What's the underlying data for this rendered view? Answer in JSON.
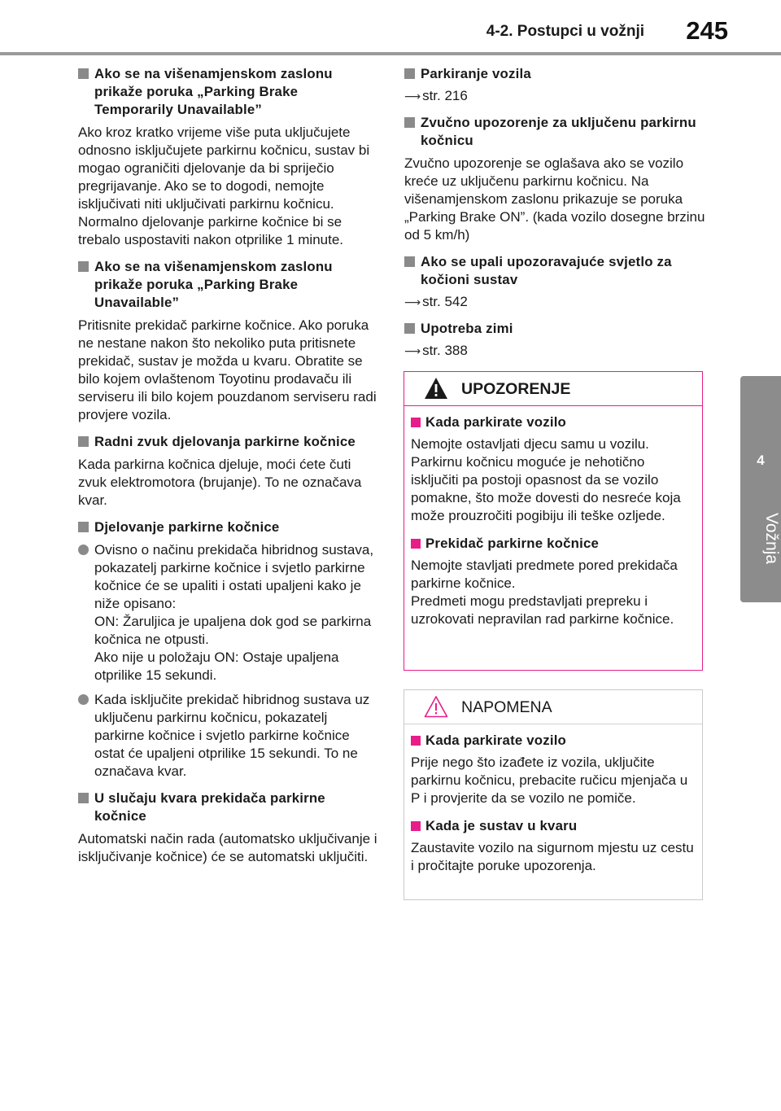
{
  "header": {
    "section_title": "4-2. Postupci u vožnji",
    "page_number": "245"
  },
  "side_tab": {
    "chapter_number": "4",
    "chapter_label": "Vožnja"
  },
  "left_column": {
    "s1_heading": "Ako se na višenamjenskom zaslonu prikaže poruka „Parking Brake Temporarily Unavailable”",
    "s1_text": "Ako kroz kratko vrijeme više puta uključujete odnosno isključujete parkirnu kočnicu, sustav bi mogao ograničiti djelovanje da bi spriječio pregrijavanje. Ako se to dogodi, nemojte isključivati niti uključivati parkirnu kočnicu. Normalno djelovanje parkirne kočnice bi se trebalo uspostaviti nakon otprilike 1 minute.",
    "s2_heading": "Ako se na višenamjenskom zaslonu prikaže poruka „Parking Brake Unavailable”",
    "s2_text": "Pritisnite prekidač parkirne kočnice. Ako poruka ne nestane nakon što nekoliko puta pritisnete prekidač, sustav je možda u kvaru. Obratite se bilo kojem ovlaštenom Toyotinu prodavaču ili serviseru ili bilo kojem pouzdanom serviseru radi provjere vozila.",
    "s3_heading": "Radni zvuk djelovanja parkirne kočnice",
    "s3_text": "Kada parkirna kočnica djeluje, moći ćete čuti zvuk elektromotora (brujanje). To ne označava kvar.",
    "s4_heading": "Djelovanje parkirne kočnice",
    "s4_bullet1": "Ovisno o načinu prekidača hibridnog sustava, pokazatelj parkirne kočnice i svjetlo parkirne kočnice će se upaliti i ostati upaljeni kako je niže opisano:\nON: Žaruljica je upaljena dok god se parkirna kočnica ne otpusti.\nAko nije u položaju ON: Ostaje upaljena otprilike 15 sekundi.",
    "s4_bullet2": "Kada isključite prekidač hibridnog sustava uz uključenu parkirnu kočnicu, pokazatelj parkirne kočnice i svjetlo parkirne kočnice ostat će upaljeni otprilike 15 sekundi. To ne označava kvar.",
    "s5_heading": "U slučaju kvara prekidača parkirne kočnice",
    "s5_text": "Automatski način rada (automatsko uključivanje i isključivanje kočnice) će se automatski uključiti."
  },
  "right_column": {
    "r1_heading": "Parkiranje vozila",
    "r1_ref": "str. 216",
    "r2_heading": "Zvučno upozorenje za uključenu parkirnu kočnicu",
    "r2_text": "Zvučno upozorenje se oglašava ako se vozilo kreće uz uključenu parkirnu kočnicu. Na višenamjenskom zaslonu prikazuje se poruka „Parking Brake ON”. (kada vozilo dosegne brzinu od 5 km/h)",
    "r3_heading": "Ako se upali upozoravajuće svjetlo za kočioni sustav",
    "r3_ref": "str. 542",
    "r4_heading": "Upotreba zimi",
    "r4_ref": "str. 388"
  },
  "warning_box": {
    "title": "UPOZORENJE",
    "w1_heading": "Kada parkirate vozilo",
    "w1_text": "Nemojte ostavljati djecu samu u vozilu. Parkirnu kočnicu moguće je nehotično isključiti pa postoji opasnost da se vozilo pomakne, što može dovesti do nesreće koja može prouzročiti pogibiju ili teške ozljede.",
    "w2_heading": "Prekidač parkirne kočnice",
    "w2_text": "Nemojte stavljati predmete pored prekidača parkirne kočnice.\nPredmeti mogu predstavljati prepreku i uzrokovati nepravilan rad parkirne kočnice."
  },
  "note_box": {
    "title": "NAPOMENA",
    "n1_heading": "Kada parkirate vozilo",
    "n1_text": "Prije nego što izađete iz vozila, uključite parkirnu kočnicu, prebacite ručicu mjenjača u P i provjerite da se vozilo ne pomiče.",
    "n2_heading": "Kada je sustav u kvaru",
    "n2_text": "Zaustavite vozilo na sigurnom mjestu uz cestu i pročitajte poruke upozorenja."
  },
  "colors": {
    "warning_accent": "#e81d8a",
    "bullet_gray": "#8a8a8a",
    "tab_gray": "#8c8c8c"
  },
  "icons": {
    "warning_box": "warning-triangle-icon",
    "note_box": "warning-triangle-outline-icon",
    "reference": "arrow-right-icon"
  }
}
